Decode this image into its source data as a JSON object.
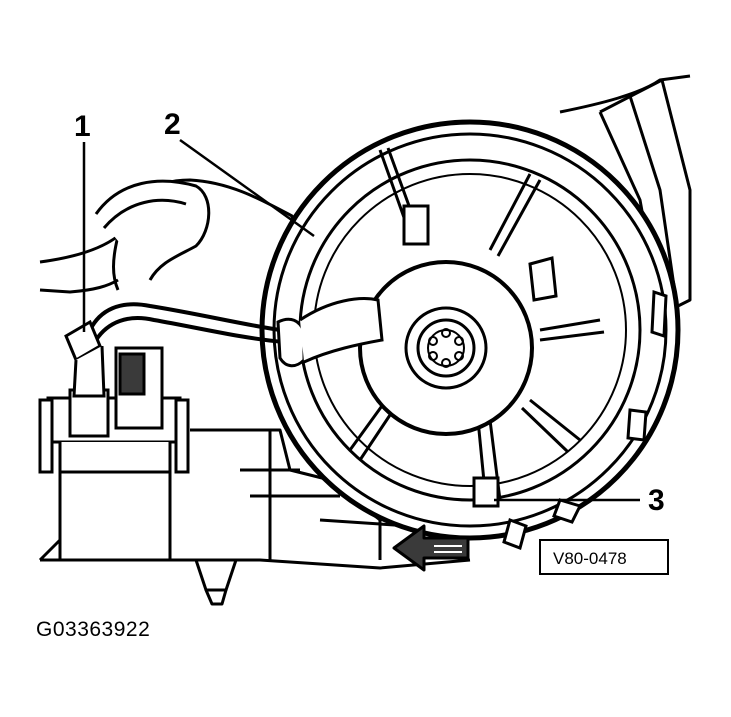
{
  "diagram": {
    "callouts": [
      {
        "id": "1",
        "label": "1"
      },
      {
        "id": "2",
        "label": "2"
      },
      {
        "id": "3",
        "label": "3"
      }
    ],
    "reference_code": "V80-0478",
    "figure_id": "G03363922"
  },
  "colors": {
    "line": "#000000",
    "background": "#ffffff",
    "shade": "#c8c8c8",
    "dark": "#3a3a3a"
  },
  "icons": {
    "direction_arrow": "arrow-left-icon"
  }
}
